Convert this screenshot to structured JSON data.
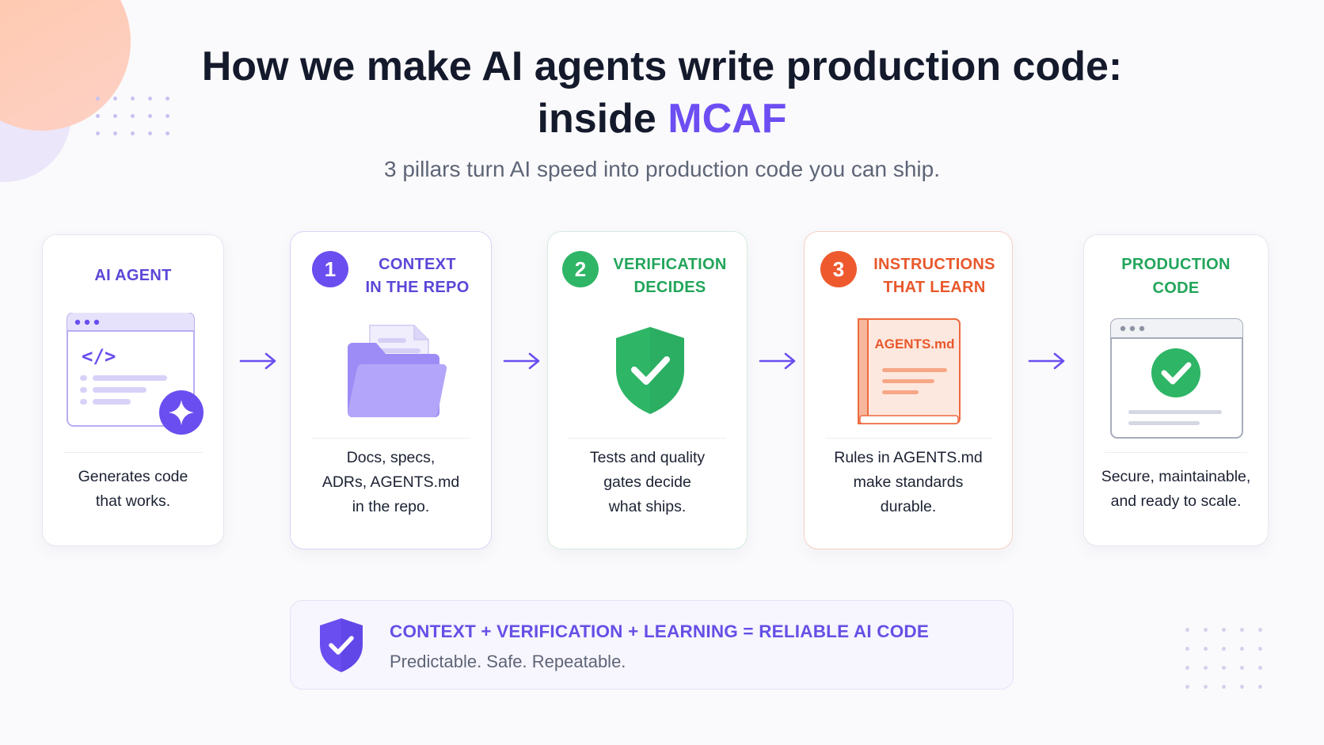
{
  "header": {
    "title_line1": "How we make AI agents write production code:",
    "title_line2_prefix": "inside ",
    "title_line2_accent": "MCAF",
    "subtitle": "3 pillars turn AI speed into production code you can ship."
  },
  "colors": {
    "accent_purple": "#6d4ef2",
    "green": "#2eb566",
    "orange": "#ee5a2e"
  },
  "cards": {
    "agent": {
      "title": "AI AGENT",
      "icon": "code-window-with-sparkle-icon",
      "desc": [
        "Generates code",
        "that works."
      ]
    },
    "context": {
      "number": "1",
      "title": [
        "CONTEXT",
        "IN THE REPO"
      ],
      "icon": "folder-with-documents-icon",
      "desc": [
        "Docs, specs,",
        "ADRs, AGENTS.md",
        "in the repo."
      ]
    },
    "verification": {
      "number": "2",
      "title": [
        "VERIFICATION",
        "DECIDES"
      ],
      "icon": "shield-check-icon",
      "desc": [
        "Tests and quality",
        "gates decide",
        "what ships."
      ]
    },
    "instructions": {
      "number": "3",
      "title": [
        "INSTRUCTIONS",
        "THAT LEARN"
      ],
      "icon": "agents-md-book-icon",
      "book_label": "AGENTS.md",
      "desc": [
        "Rules in AGENTS.md",
        "make standards",
        "durable."
      ]
    },
    "production": {
      "title": [
        "PRODUCTION",
        "CODE"
      ],
      "icon": "browser-window-check-icon",
      "desc": [
        "Secure, maintainable,",
        "and ready to scale."
      ]
    }
  },
  "banner": {
    "icon": "shield-check-icon",
    "title": "CONTEXT + VERIFICATION + LEARNING = RELIABLE AI CODE",
    "subtitle": "Predictable. Safe. Repeatable."
  }
}
